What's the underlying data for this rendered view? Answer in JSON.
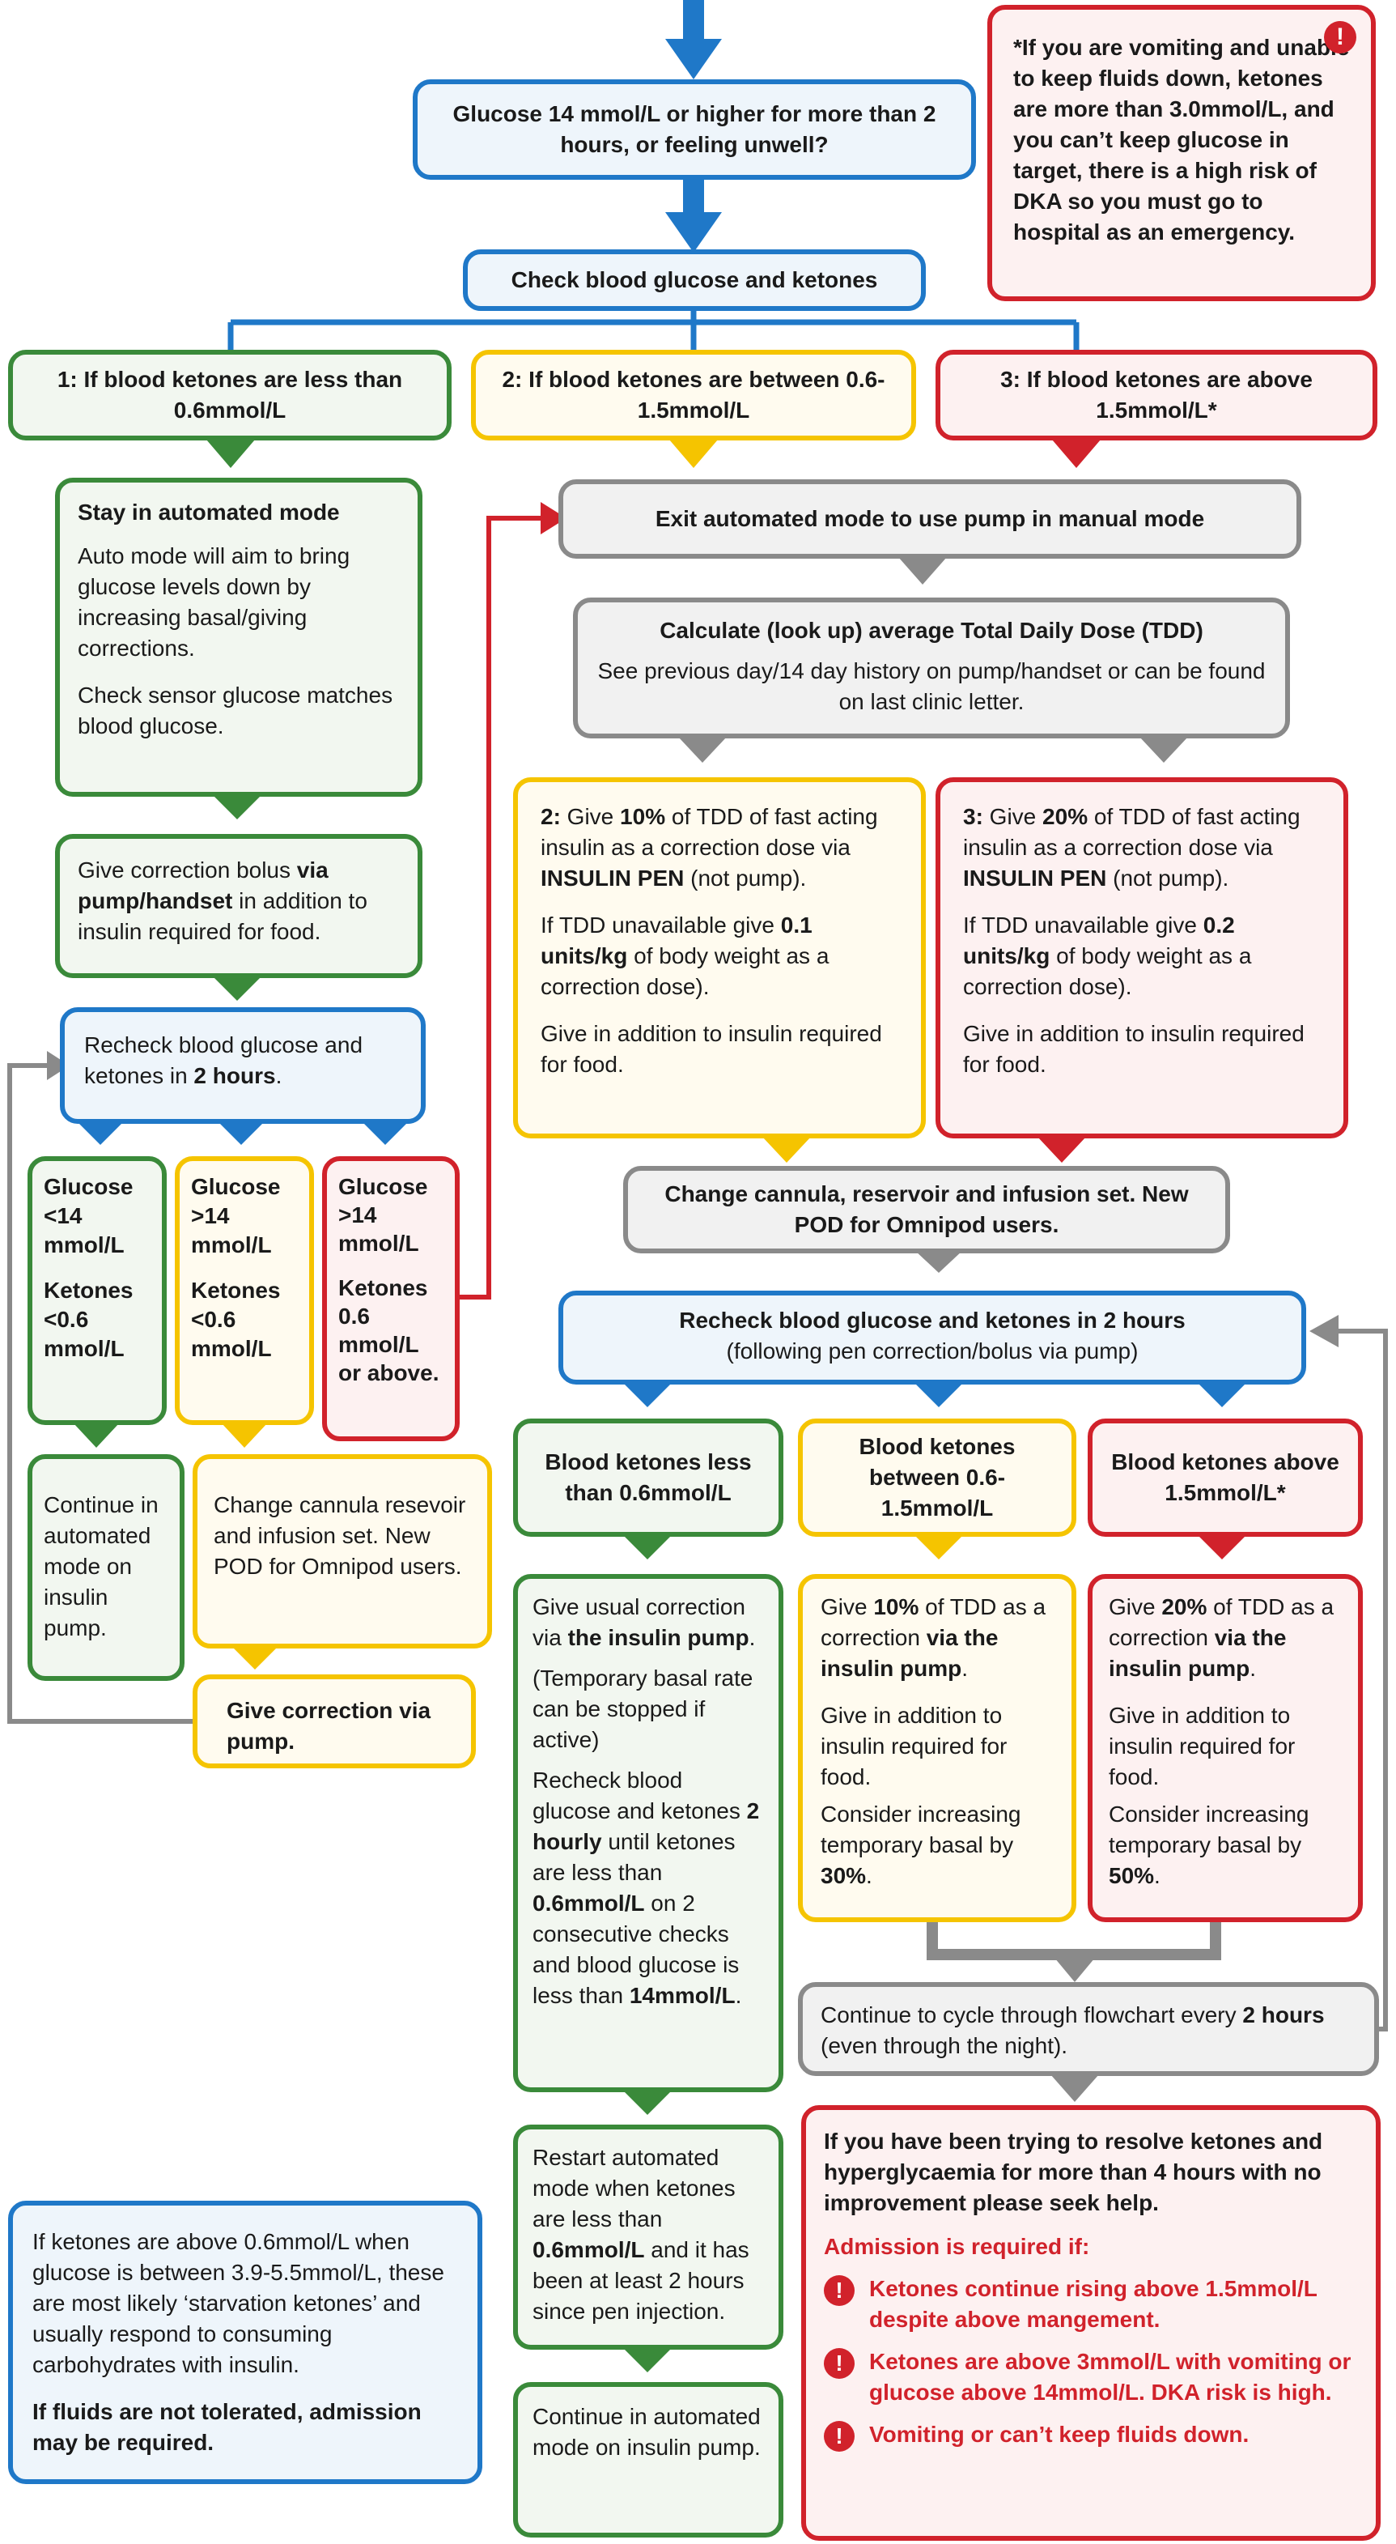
{
  "colors": {
    "green": "#3a8a3a",
    "yellow": "#f5c400",
    "red": "#d1222b",
    "blue": "#1f78c8",
    "grey": "#8a8a8a"
  },
  "top_question": "Glucose 14 mmol/L or higher for more than 2 hours, or feeling unwell?",
  "dka_warning": "*If you are vomiting and unable to keep fluids down, ketones are more than 3.0mmol/L, and you can’t keep glucose in target, there is a high risk of DKA so you must go to hospital as an emergency.",
  "check": "Check blood glucose and ketones",
  "branch1": "1: If blood ketones are less than 0.6mmol/L",
  "branch2": "2: If blood ketones are between 0.6-1.5mmol/L",
  "branch3": "3: If blood ketones are above 1.5mmol/L*",
  "stay_auto": {
    "title": "Stay in automated mode",
    "p1": "Auto mode will aim to bring glucose levels down by increasing basal/giving corrections.",
    "p2": "Check sensor glucose matches blood glucose."
  },
  "correction_bolus": {
    "a": "Give correction bolus ",
    "b": "via pump/handset",
    "c": " in addition to insulin required for food."
  },
  "recheck_left": {
    "a": "Recheck blood glucose and ketones in ",
    "b": "2 hours",
    "c": "."
  },
  "small_green": {
    "a": "Glucose <14 mmol/L",
    "b": "Ketones <0.6 mmol/L"
  },
  "small_yellow": {
    "a": "Glucose >14 mmol/L",
    "b": "Ketones <0.6 mmol/L"
  },
  "small_red": {
    "a": "Glucose >14 mmol/L",
    "b": "Ketones 0.6 mmol/L or above."
  },
  "continue_auto_left": "Continue in automated mode on insulin pump.",
  "change_cannula_left": "Change cannula resevoir and infusion set. New POD for Omnipod users.",
  "give_correction_pump": "Give correction via pump.",
  "exit_auto": "Exit automated mode to use pump in manual mode",
  "tdd": {
    "title": "Calculate (look up) average Total Daily Dose (TDD)",
    "body": "See previous day/14 day history on pump/handset or can be found on last clinic letter."
  },
  "give10": {
    "n": "2:",
    "a": " Give ",
    "pct": "10%",
    "b": " of TDD of fast acting insulin as a correction dose via ",
    "pen": "INSULIN PEN",
    "c": " (not pump).",
    "d": "If TDD unavailable give ",
    "dose": "0.1 units/kg",
    "e": " of body weight as a correction dose).",
    "f": "Give in addition to insulin required for food."
  },
  "give20": {
    "n": "3:",
    "a": " Give ",
    "pct": "20%",
    "b": " of TDD of fast acting insulin as a correction dose via ",
    "pen": "INSULIN PEN",
    "c": " (not pump).",
    "d": "If TDD unavailable give ",
    "dose": "0.2 units/kg",
    "e": " of body weight as a correction dose).",
    "f": "Give in addition to insulin required for food."
  },
  "change_cannula_mid": "Change cannula, reservoir and infusion set. New POD for Omnipod users.",
  "recheck_mid": {
    "title": "Recheck blood glucose and ketones in 2 hours",
    "sub": "(following pen correction/bolus via pump)"
  },
  "bk_less": "Blood ketones less than 0.6mmol/L",
  "bk_between": "Blood ketones between 0.6-1.5mmol/L",
  "bk_above": "Blood ketones above 1.5mmol/L*",
  "usual": {
    "a": "Give usual correction via ",
    "b": "the insulin pump",
    "c": ".",
    "d": "(Temporary basal rate can be stopped if active)",
    "e": "Recheck blood glucose and ketones ",
    "f": "2 hourly",
    "g": " until ketones are less than ",
    "h": "0.6mmol/L",
    "i": " on 2 consecutive checks and blood glucose is less than ",
    "j": "14mmol/L",
    "k": "."
  },
  "pump10": {
    "a": "Give ",
    "pct": "10%",
    "b": " of TDD as a correction ",
    "c": "via the insulin pump",
    "d": ".",
    "e": "Give in addition to insulin required for food.",
    "f": "Consider increasing temporary basal by ",
    "g": "30%",
    "h": "."
  },
  "pump20": {
    "a": "Give ",
    "pct": "20%",
    "b": " of TDD as a correction ",
    "c": "via the insulin pump",
    "d": ".",
    "e": "Give in addition to insulin required for food.",
    "f": "Consider increasing temporary basal by ",
    "g": "50%",
    "h": "."
  },
  "cycle": {
    "a": "Continue to cycle through flowchart every ",
    "b": "2 hours",
    "c": " (even through the night)."
  },
  "restart": {
    "a": "Restart automated mode when ketones are less than ",
    "b": "0.6mmol/L",
    "c": " and it has been at least 2 hours since pen injection."
  },
  "continue_auto_mid": "Continue in automated mode on insulin pump.",
  "starvation": {
    "p1": "If ketones are above 0.6mmol/L when glucose is between 3.9-5.5mmol/L, these are most likely ‘starvation ketones’ and usually respond to consuming carbohydrates with insulin.",
    "p2": "If fluids are not tolerated, admission may be required."
  },
  "seek_help": {
    "title": "If you have been trying to resolve ketones and hyperglycaemia for more than 4 hours with no improvement please seek help.",
    "admission": "Admission is required if:",
    "items": [
      "Ketones continue rising above 1.5mmol/L despite above mangement.",
      "Ketones are above 3mmol/L with vomiting or glucose above 14mmol/L. DKA risk is high.",
      "Vomiting or can’t keep fluids down."
    ]
  },
  "icons": {
    "warning": "exclamation-circle-icon",
    "arrow": "down-arrow-icon"
  }
}
